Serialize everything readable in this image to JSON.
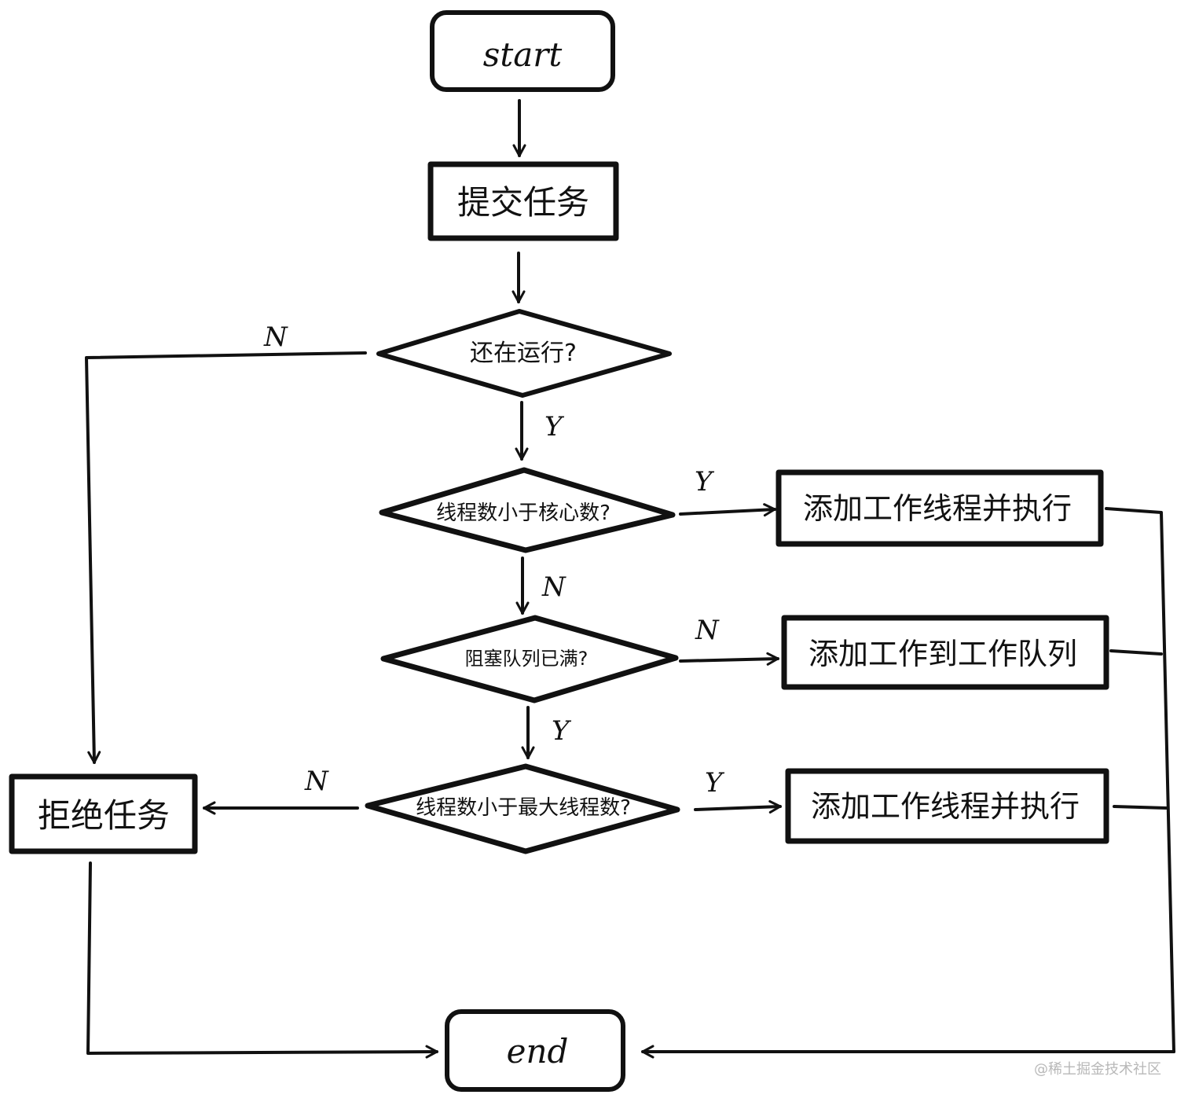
{
  "colors": {
    "ink": "#111111",
    "background": "#ffffff",
    "watermark": "#b8b8b8"
  },
  "nodes": {
    "start": "start",
    "submit_task": "提交任务",
    "is_running": "还在运行?",
    "less_than_core": "线程数小于核心数?",
    "add_worker_1": "添加工作线程并执行",
    "queue_full": "阻塞队列已满?",
    "add_to_queue": "添加工作到工作队列",
    "less_than_max": "线程数小于最大线程数?",
    "add_worker_2": "添加工作线程并执行",
    "reject_task": "拒绝任务",
    "end": "end"
  },
  "edge_labels": {
    "running_no": "N",
    "running_yes": "Y",
    "core_yes": "Y",
    "core_no": "N",
    "queue_no": "N",
    "queue_yes": "Y",
    "max_no": "N",
    "max_yes": "Y"
  },
  "watermark": "@稀土掘金技术社区"
}
